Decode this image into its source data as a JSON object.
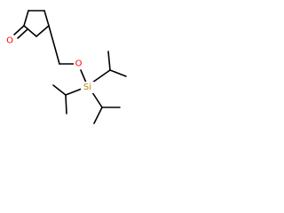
{
  "atoms": {
    "carbonyl_oxygen": "O",
    "ether_oxygen": "O",
    "silicon": "Si"
  },
  "colors": {
    "bond": "#000000",
    "oxygen": "#ff0000",
    "silicon": "#b8860b",
    "background": "#ffffff"
  }
}
